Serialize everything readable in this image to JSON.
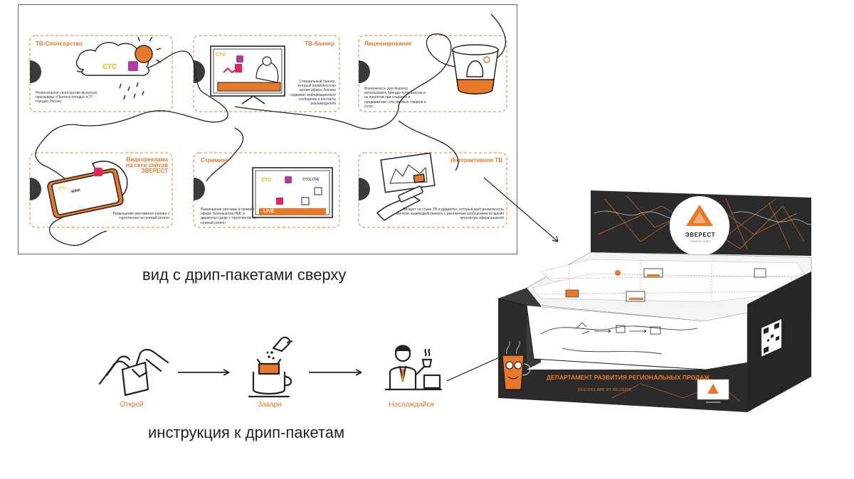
{
  "top_card": {
    "panels": [
      {
        "title": "ТВ-Спонсорство",
        "desc": "Региональное спонсорство выпусков программы «Прогноз погоды» в 27 городах России"
      },
      {
        "title": "ТВ-баннер",
        "desc": "Специальный баннер, который появляется во время эфира. Баннер содержит информационное сообщение и контакты рекламодателя"
      },
      {
        "title": "Лицензирование",
        "desc": "Возможность для бизнеса использовать бренды телеканалов и их проектов при создании и продвижении собственных товаров и услуг"
      },
      {
        "title": "Видеореклама на сети сайтов ЭВЕРЕСТ",
        "desc": "Размещение рекламного ролика с таргетингом на нужный регион"
      },
      {
        "title": "Стриминг",
        "desc": "Размещение рекламы в прямом эфире телеканалов НМГ в диджитал-среде с таргетингом на нужный регион"
      },
      {
        "title": "Интерактивное ТВ",
        "desc": "Продукт на стыке ТВ и диджитал, который даёт возможность зрителю взаимодействовать с рекламным сообщением во время просмотра эфира каналов"
      }
    ],
    "channels": {
      "ctc": "СТС",
      "wink": "WINK",
      "ctc_love": "СТСLOVE",
      "live": "LIVE"
    }
  },
  "captions": {
    "top_view": "вид с дрип-пакетами сверху",
    "instructions": "инструкция к дрип-пакетам"
  },
  "steps": [
    {
      "label": "Открой",
      "icon": "hands-tearing-icon"
    },
    {
      "label": "Завари",
      "icon": "drip-cup-icon"
    },
    {
      "label": "Наслаждайся",
      "icon": "man-with-coffee-icon"
    }
  ],
  "box": {
    "logo_text": "ЭВЕРЕСТ",
    "logo_sub": "ТИЕТОН НЛКП",
    "front_title": "ДЕПАРТАМЕНТ РАЗВИТИЯ РЕГИОНАЛЬНЫХ ПРОДАЖ",
    "front_sub": "REGIONS ARE MY RELIGION"
  },
  "colors": {
    "accent": "#e8782a",
    "dark": "#2a2a2a",
    "line": "#222222"
  }
}
